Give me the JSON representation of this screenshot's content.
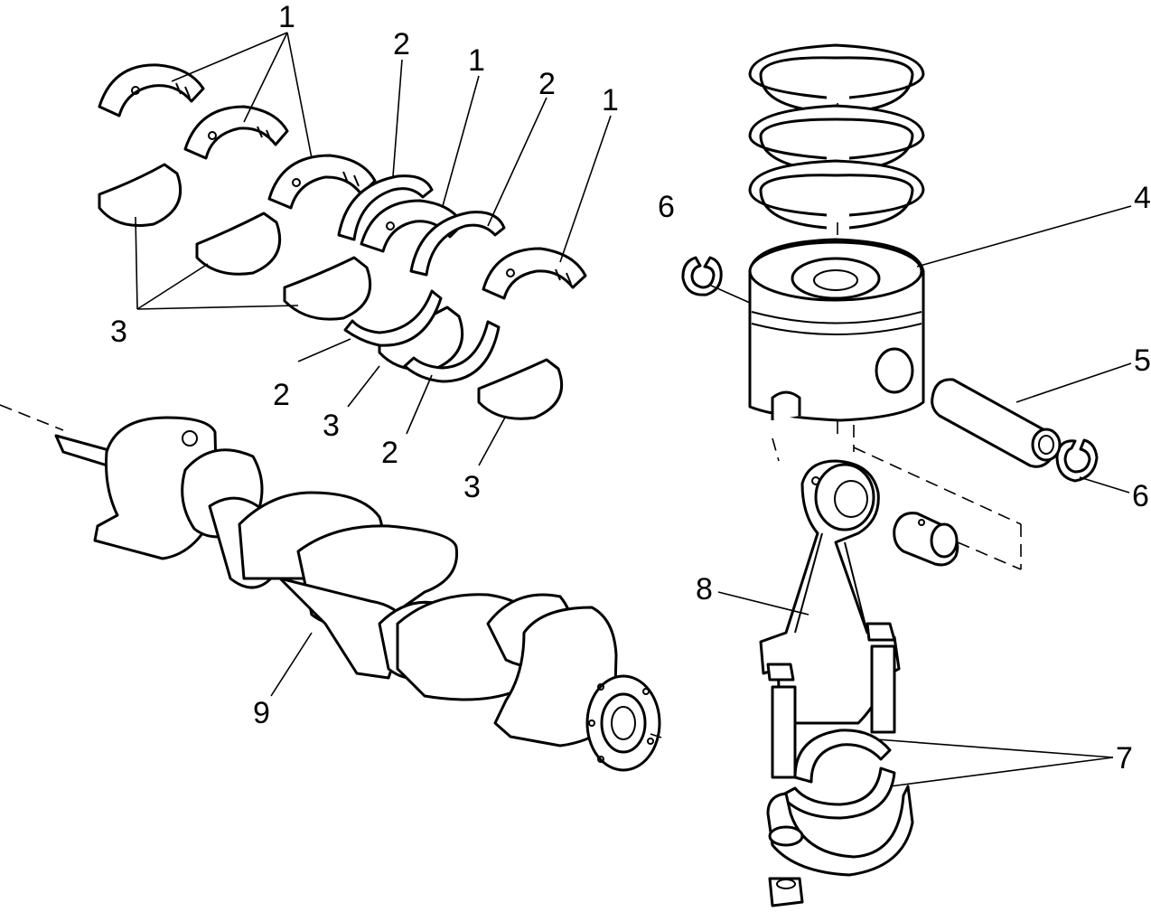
{
  "labels": {
    "l1a": "1",
    "l1b": "1",
    "l1c": "1",
    "l2a": "2",
    "l2b": "2",
    "l2c": "2",
    "l2d": "2",
    "l3a": "3",
    "l3b": "3",
    "l3c": "3",
    "l4": "4",
    "l5": "5",
    "l6a": "6",
    "l6b": "6",
    "l7": "7",
    "l8": "8",
    "l9": "9"
  },
  "colors": {
    "line": "#000000",
    "background": "#ffffff"
  }
}
